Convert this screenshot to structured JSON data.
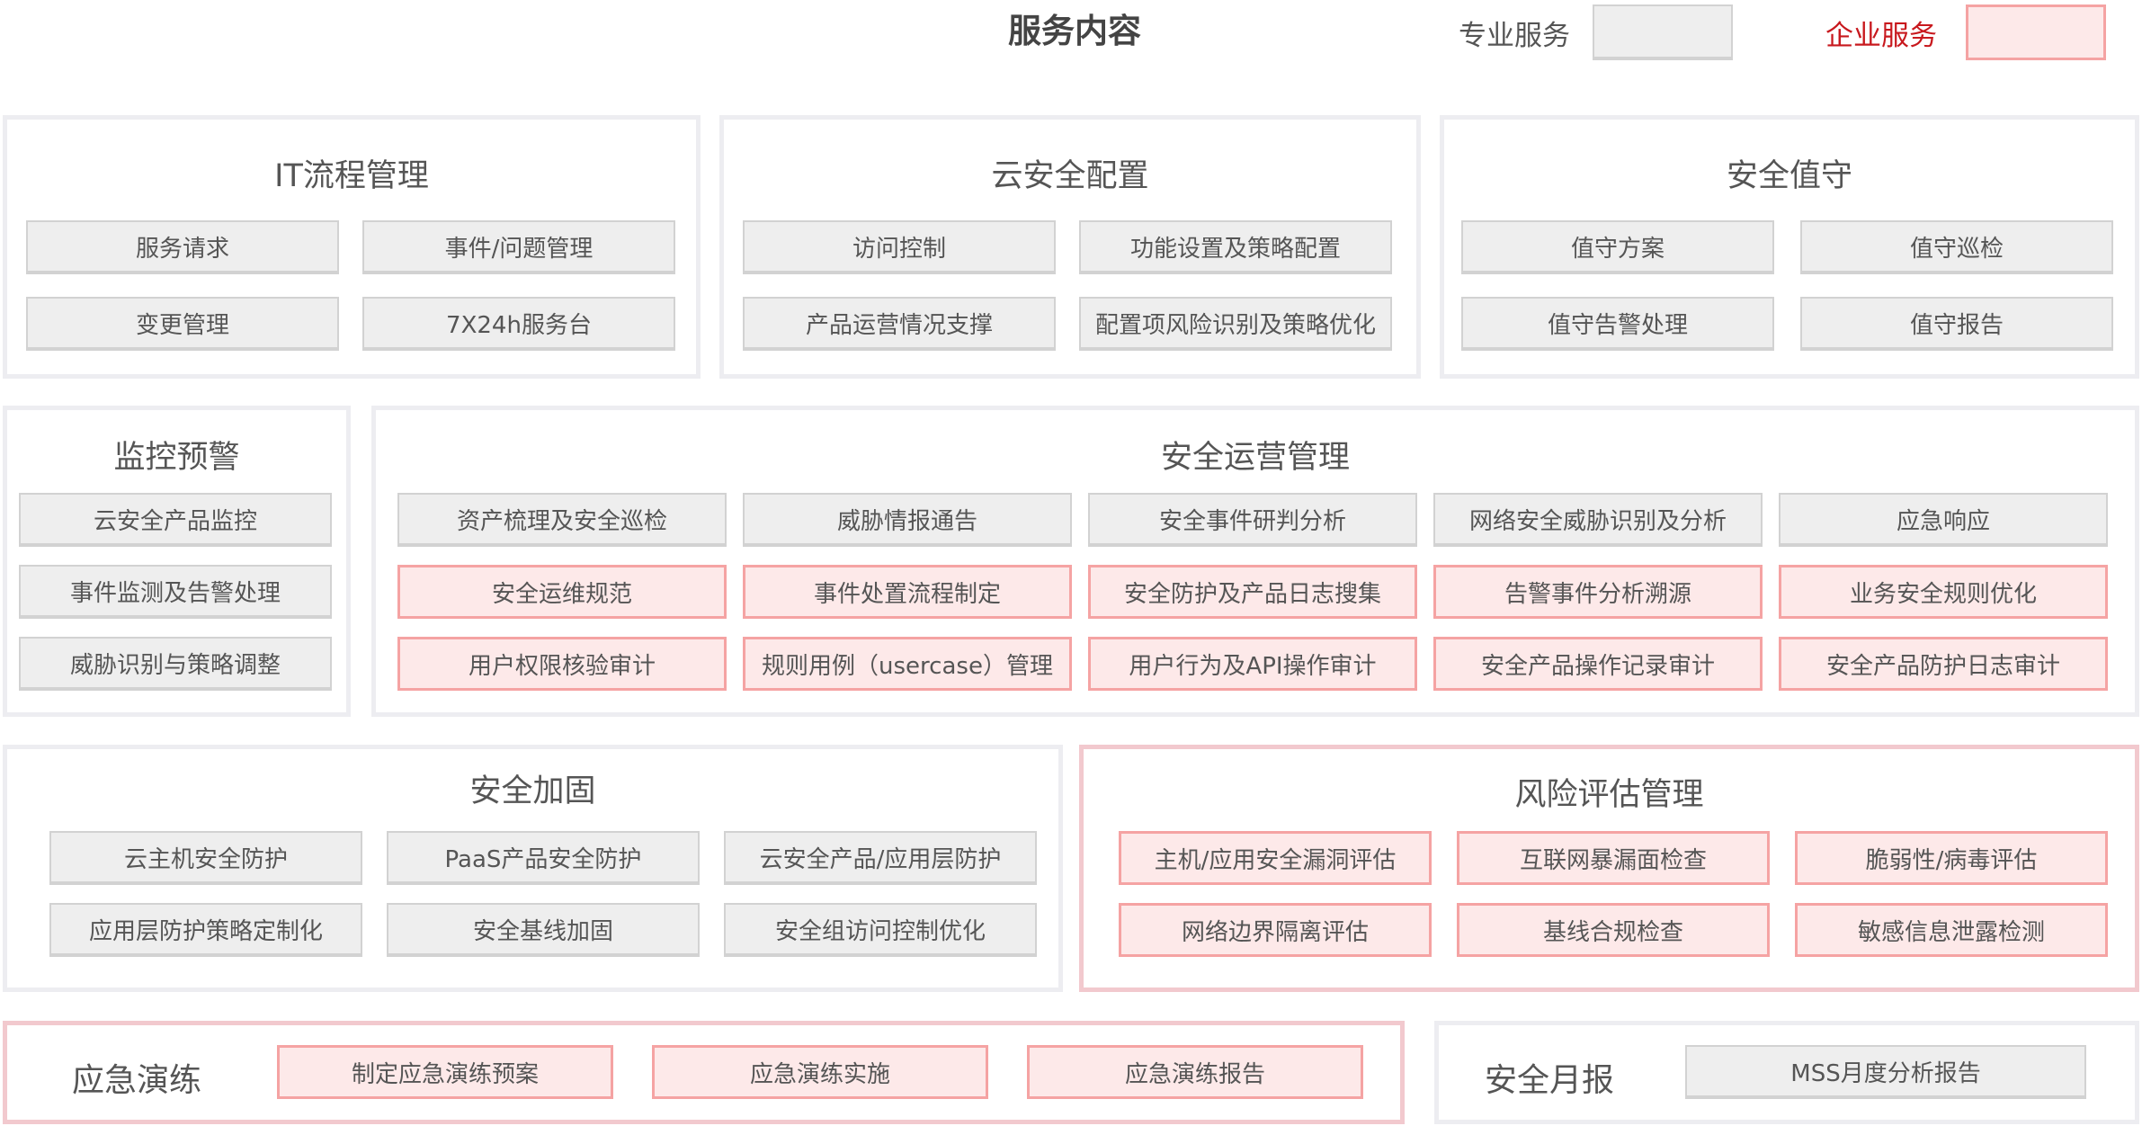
{
  "header": {
    "title": "服务内容",
    "legend": [
      {
        "label": "专业服务",
        "color": "#eeeeee"
      },
      {
        "label": "企业服务",
        "color": "#fde9e9",
        "label_color": "#c8191e"
      }
    ]
  },
  "panels": {
    "it": {
      "title": "IT流程管理",
      "items": [
        {
          "label": "服务请求",
          "type": "pro"
        },
        {
          "label": "事件/问题管理",
          "type": "pro"
        },
        {
          "label": "变更管理",
          "type": "pro"
        },
        {
          "label": "7X24h服务台",
          "type": "pro"
        }
      ]
    },
    "cloud": {
      "title": "云安全配置",
      "items": [
        {
          "label": "访问控制",
          "type": "pro"
        },
        {
          "label": "功能设置及策略配置",
          "type": "pro"
        },
        {
          "label": "产品运营情况支撑",
          "type": "pro"
        },
        {
          "label": "配置项风险识别及策略优化",
          "type": "pro"
        }
      ]
    },
    "duty": {
      "title": "安全值守",
      "items": [
        {
          "label": "值守方案",
          "type": "pro"
        },
        {
          "label": "值守巡检",
          "type": "pro"
        },
        {
          "label": "值守告警处理",
          "type": "pro"
        },
        {
          "label": "值守报告",
          "type": "pro"
        }
      ]
    },
    "monitor": {
      "title": "监控预警",
      "items": [
        {
          "label": "云安全产品监控",
          "type": "pro"
        },
        {
          "label": "事件监测及告警处理",
          "type": "pro"
        },
        {
          "label": "威胁识别与策略调整",
          "type": "pro"
        }
      ]
    },
    "secops": {
      "title": "安全运营管理",
      "items": [
        {
          "label": "资产梳理及安全巡检",
          "type": "pro"
        },
        {
          "label": "威胁情报通告",
          "type": "pro"
        },
        {
          "label": "安全事件研判分析",
          "type": "pro"
        },
        {
          "label": "网络安全威胁识别及分析",
          "type": "pro"
        },
        {
          "label": "应急响应",
          "type": "pro"
        },
        {
          "label": "安全运维规范",
          "type": "ent"
        },
        {
          "label": "事件处置流程制定",
          "type": "ent"
        },
        {
          "label": "安全防护及产品日志搜集",
          "type": "ent"
        },
        {
          "label": "告警事件分析溯源",
          "type": "ent"
        },
        {
          "label": "业务安全规则优化",
          "type": "ent"
        },
        {
          "label": "用户权限核验审计",
          "type": "ent"
        },
        {
          "label": "规则用例（usercase）管理",
          "type": "ent"
        },
        {
          "label": "用户行为及API操作审计",
          "type": "ent"
        },
        {
          "label": "安全产品操作记录审计",
          "type": "ent"
        },
        {
          "label": "安全产品防护日志审计",
          "type": "ent"
        }
      ]
    },
    "harden": {
      "title": "安全加固",
      "items": [
        {
          "label": "云主机安全防护",
          "type": "pro"
        },
        {
          "label": "PaaS产品安全防护",
          "type": "pro"
        },
        {
          "label": "云安全产品/应用层防护",
          "type": "pro"
        },
        {
          "label": "应用层防护策略定制化",
          "type": "pro"
        },
        {
          "label": "安全基线加固",
          "type": "pro"
        },
        {
          "label": "安全组访问控制优化",
          "type": "pro"
        }
      ]
    },
    "risk": {
      "title": "风险评估管理",
      "items": [
        {
          "label": "主机/应用安全漏洞评估",
          "type": "ent"
        },
        {
          "label": "互联网暴漏面检查",
          "type": "ent"
        },
        {
          "label": "脆弱性/病毒评估",
          "type": "ent"
        },
        {
          "label": "网络边界隔离评估",
          "type": "ent"
        },
        {
          "label": "基线合规检查",
          "type": "ent"
        },
        {
          "label": "敏感信息泄露检测",
          "type": "ent"
        }
      ]
    },
    "drill": {
      "title": "应急演练",
      "items": [
        {
          "label": "制定应急演练预案",
          "type": "ent"
        },
        {
          "label": "应急演练实施",
          "type": "ent"
        },
        {
          "label": "应急演练报告",
          "type": "ent"
        }
      ]
    },
    "monthly": {
      "title": "安全月报",
      "items": [
        {
          "label": "MSS月度分析报告",
          "type": "pro"
        }
      ]
    }
  }
}
